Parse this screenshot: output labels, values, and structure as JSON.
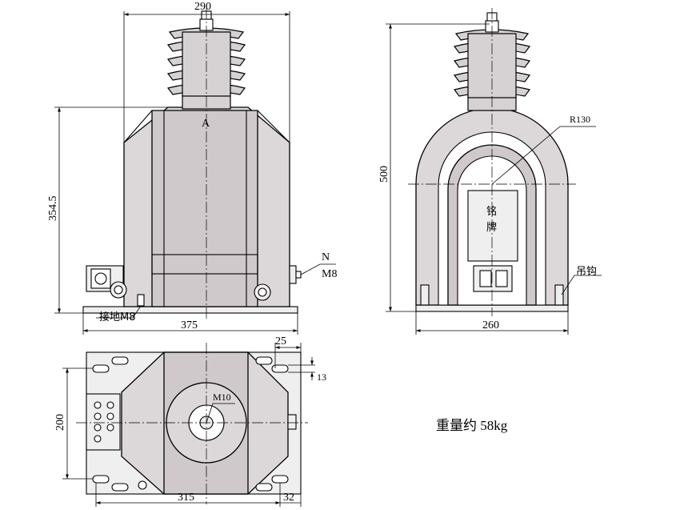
{
  "front_view": {
    "top_width": "290",
    "height": "354.5",
    "base_width": "375",
    "terminal_a": "A",
    "terminal_n": "N",
    "bolt_n": "M8",
    "ground_label": "接地M8"
  },
  "side_view": {
    "height": "500",
    "radius": "R130",
    "nameplate_line1": "铭",
    "nameplate_line2": "牌",
    "hook_label": "吊钩",
    "base_width": "260"
  },
  "top_view": {
    "width": "315",
    "depth": "200",
    "offset_right": "25",
    "slot_size": "13",
    "bolt_center": "M10",
    "edge_offset": "32"
  },
  "weight_note": "重量约 58kg"
}
